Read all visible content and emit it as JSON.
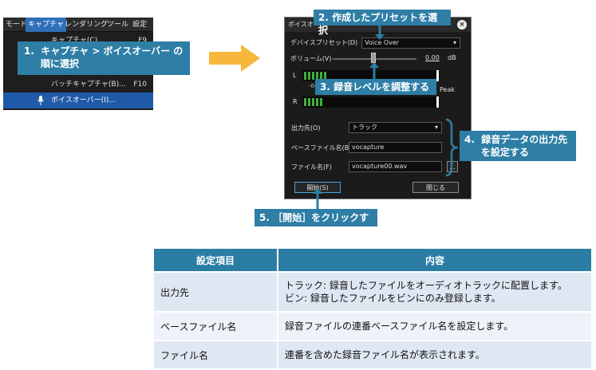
{
  "menu": {
    "bar": [
      "モード",
      "キャプチャ",
      "レンダリング",
      "ツール",
      "設定"
    ],
    "items": [
      {
        "label": "キャプチャ(C)...",
        "shortcut": "F9"
      },
      {
        "label": "",
        "shortcut": ""
      },
      {
        "label": "バッチキャプチャ(B)...",
        "shortcut": "F10"
      },
      {
        "label": "ボイスオーバー(I)...",
        "shortcut": ""
      }
    ]
  },
  "callouts": {
    "c1": "1.  キャプチャ > ボイスオーバー の\n     順に選択",
    "c2": "2. 作成したプリセットを選択",
    "c3": "3. 録音レベルを調整する",
    "c4": "4.  録音データの出力先\n     を設定する",
    "c5": "5. ［開始］をクリックする"
  },
  "dialog": {
    "title": "ボイスオーバー",
    "close": "×",
    "preset_label": "デバイスプリセット(D)",
    "preset_value": "Voice Over",
    "volume_label": "ボリューム(V)",
    "volume_value": "0.00",
    "volume_unit": "dB",
    "meter_L": "L",
    "meter_R": "R",
    "meter_tick": "-60",
    "peak": "Peak",
    "output_label": "出力先(O)",
    "output_value": "トラック",
    "basename_label": "ベースファイル名(B)",
    "basename_value": "vocapture",
    "filename_label": "ファイル名(F)",
    "filename_value": "vocapture00.wav",
    "browse": "...",
    "start": "開始(S)",
    "close_btn": "閉じる"
  },
  "table": {
    "headers": [
      "設定項目",
      "内容"
    ],
    "rows": [
      {
        "item": "出力先",
        "desc": "トラック: 録音したファイルをオーディオトラックに配置します。\nビン: 録音したファイルをビンにのみ登録します。"
      },
      {
        "item": "ベースファイル名",
        "desc": "録音ファイルの連番ベースファイル名を設定します。"
      },
      {
        "item": "ファイル名",
        "desc": "連番を含めた録音ファイル名が表示されます。"
      }
    ]
  },
  "colors": {
    "callout": "#2e7ea6",
    "arrow": "#f6b73c",
    "header": "#2b7da3",
    "menu_selected": "#1f5aa8"
  }
}
